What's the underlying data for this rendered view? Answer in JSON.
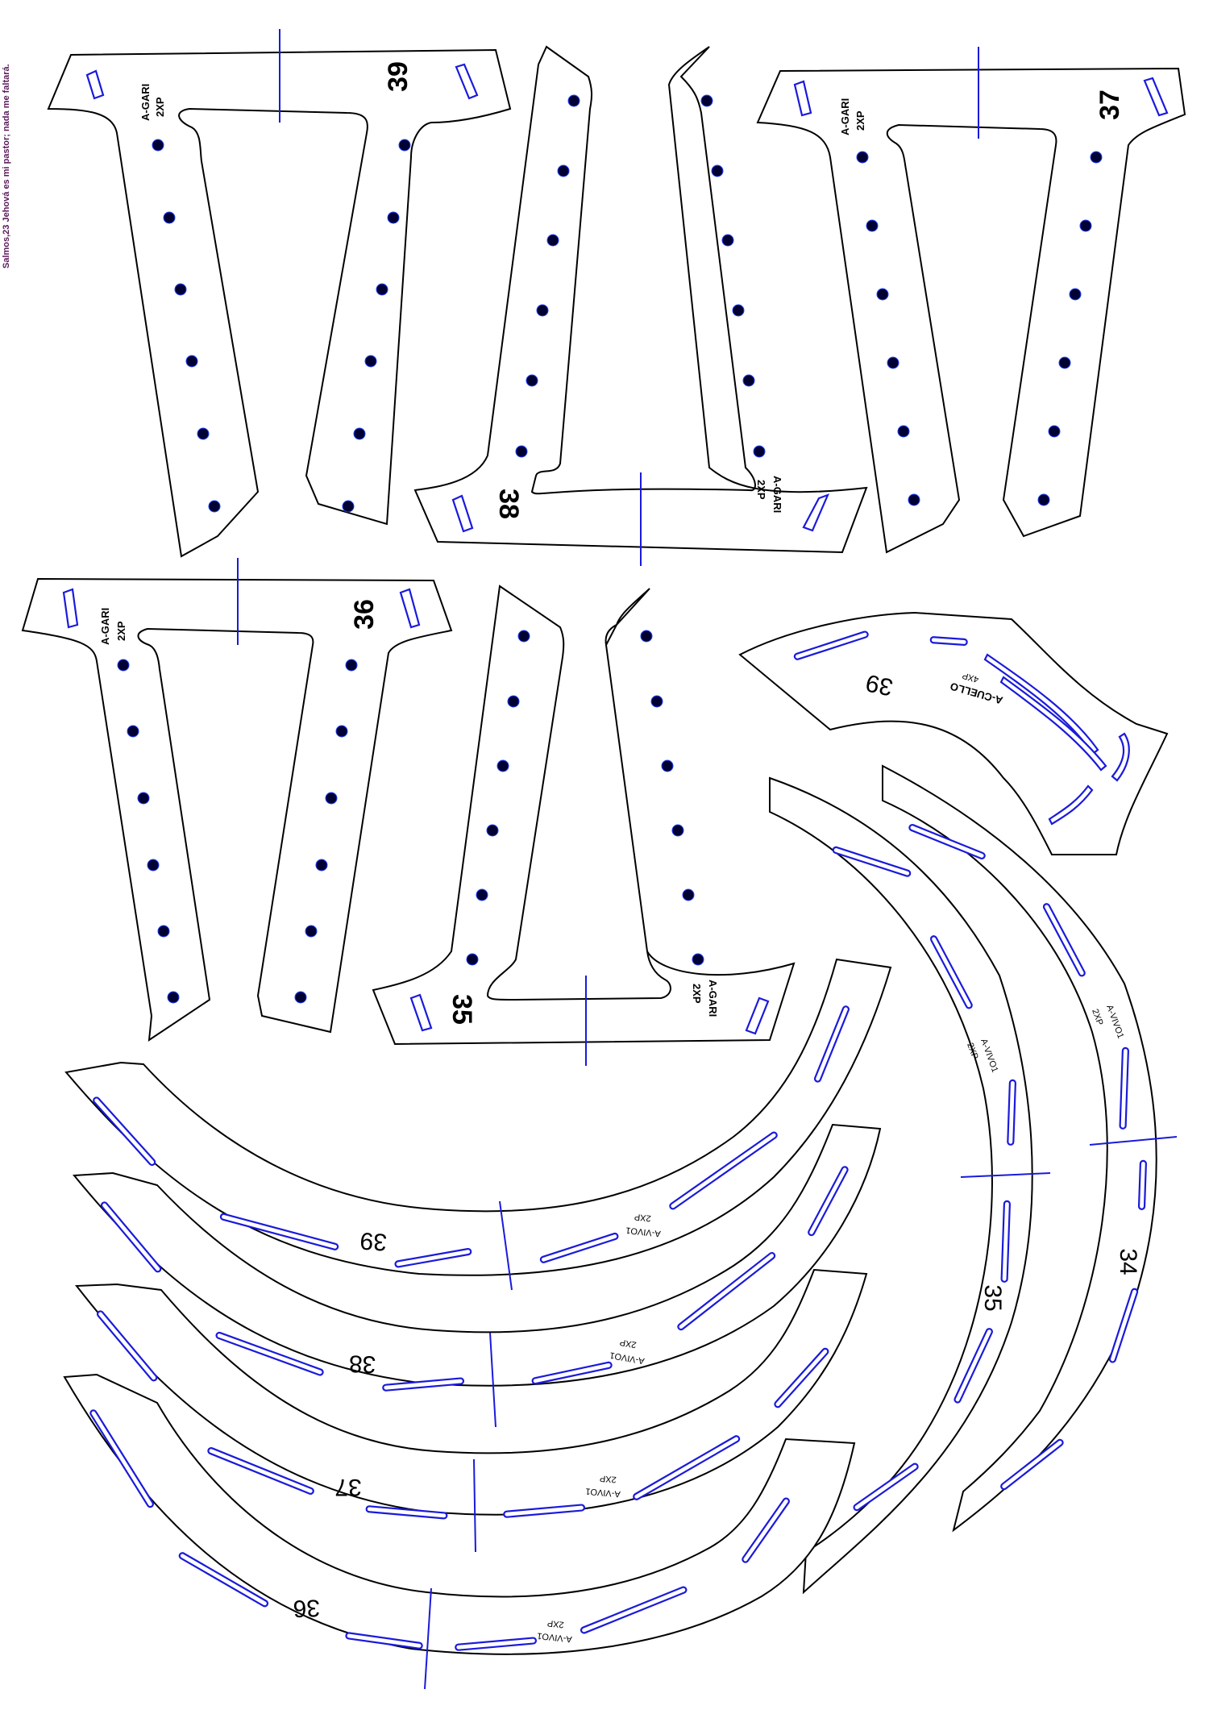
{
  "header": {
    "motto": "Salmos,23 Jehová es mi pastor; nada me faltará."
  },
  "colors": {
    "outline": "#000000",
    "guide": "#1a1adb",
    "hole": "#000033",
    "motto": "#5a1a5a"
  },
  "pieces": {
    "gari39": {
      "size": "39",
      "code": "A-GARI",
      "qty": "2XP"
    },
    "gari38": {
      "size": "38",
      "code": "A-GARI",
      "qty": "2XP"
    },
    "gari37": {
      "size": "37",
      "code": "A-GARI",
      "qty": "2XP"
    },
    "gari36": {
      "size": "36",
      "code": "A-GARI",
      "qty": "2XP"
    },
    "gari35": {
      "size": "35",
      "code": "A-GARI",
      "qty": "2XP"
    },
    "cuello39": {
      "size": "39",
      "code": "A-CUELLO",
      "qty": "4XP"
    },
    "vivo39": {
      "size": "39",
      "code": "A-VIVO1",
      "qty": "2XP"
    },
    "vivo38": {
      "size": "38",
      "code": "A-VIVO1",
      "qty": "2XP"
    },
    "vivo37": {
      "size": "37",
      "code": "A-VIVO1",
      "qty": "2XP"
    },
    "vivo36": {
      "size": "36",
      "code": "A-VIVO1",
      "qty": "2XP"
    },
    "vivo35": {
      "size": "35",
      "code": "A-VIVO1",
      "qty": "2XP"
    },
    "vivo34": {
      "size": "34",
      "code": "A-VIVO1",
      "qty": "2XP"
    }
  }
}
